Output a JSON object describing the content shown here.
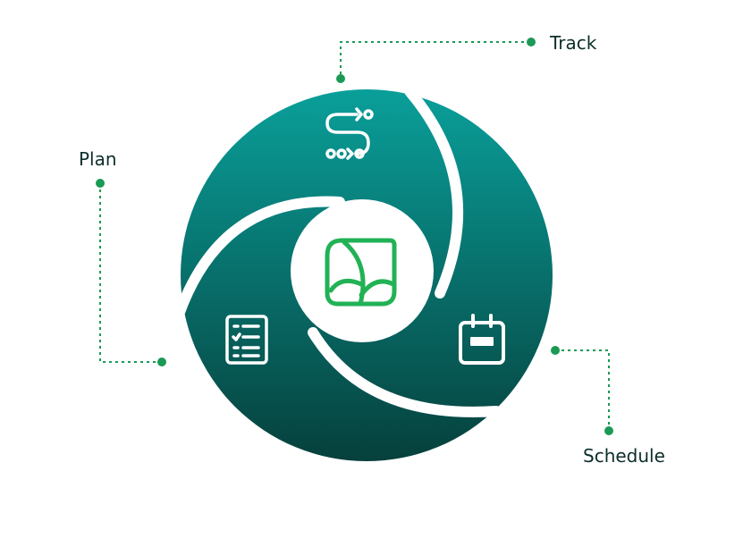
{
  "cycle": {
    "stages": [
      {
        "label": "Track",
        "icon": "route-icon"
      },
      {
        "label": "Schedule",
        "icon": "calendar-icon"
      },
      {
        "label": "Plan",
        "icon": "checklist-icon"
      }
    ],
    "center_icon": "leaf-logo-icon"
  },
  "colors": {
    "petal_light": "#0a9f9a",
    "petal_dark": "#06403c",
    "accent_green": "#21b255",
    "connector": "#1a9a55",
    "label_text": "#0c2e2a",
    "icon_stroke": "#ffffff"
  }
}
